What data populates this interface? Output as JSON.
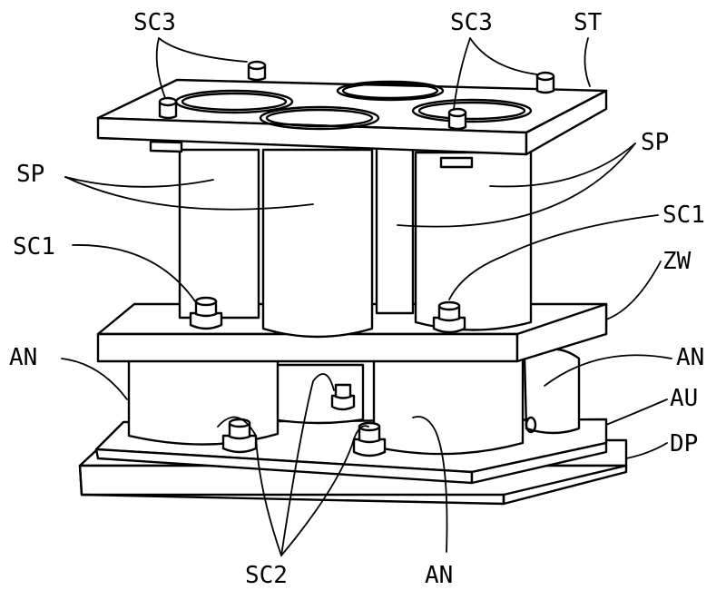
{
  "labels": {
    "sc3_left": "SC3",
    "sc3_right": "SC3",
    "st": "ST",
    "sp_left": "SP",
    "sp_right": "SP",
    "sc1_left": "SC1",
    "sc1_right": "SC1",
    "zw": "ZW",
    "an_left": "AN",
    "an_right": "AN",
    "au": "AU",
    "dp": "DP",
    "sc2": "SC2",
    "an_bottom": "AN"
  },
  "colors": {
    "line": "#000000",
    "background": "#ffffff"
  }
}
